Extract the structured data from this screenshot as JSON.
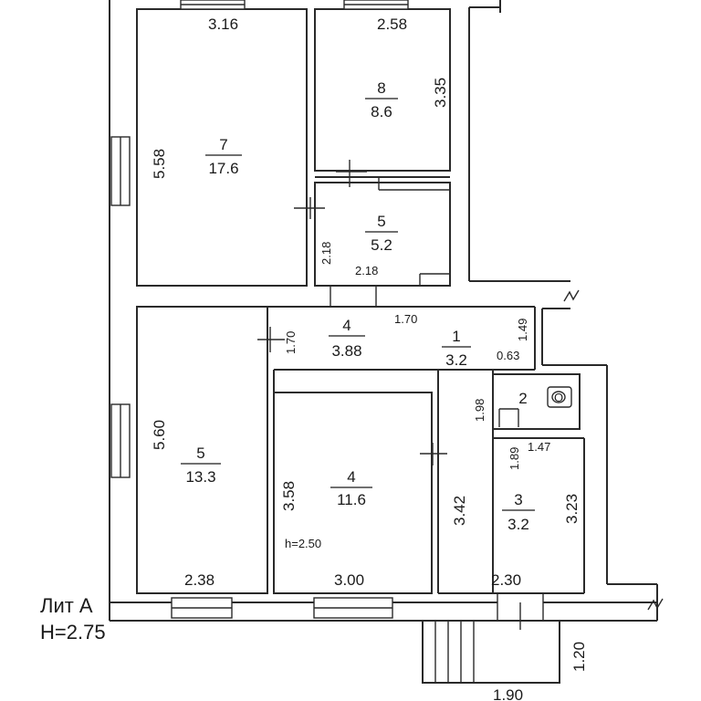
{
  "legend": {
    "lit": "Лит А",
    "height": "H=2.75"
  },
  "rooms": [
    {
      "id": "7",
      "area": "17.6"
    },
    {
      "id": "8",
      "area": "8.6"
    },
    {
      "id": "5",
      "area": "5.2"
    },
    {
      "id": "4",
      "area": "3.88"
    },
    {
      "id": "1",
      "area": "3.2"
    },
    {
      "id": "2",
      "area": ""
    },
    {
      "id": "5",
      "area": "13.3"
    },
    {
      "id": "4",
      "area": "11.6"
    },
    {
      "id": "3",
      "area": "3.2"
    }
  ],
  "dims": {
    "r7_top": "3.16",
    "r8_top": "2.58",
    "r8_side": "3.35",
    "r7_side": "5.58",
    "r5s_v": "2.18",
    "r5s_h": "2.18",
    "corr_h": "1.70",
    "corr_v": "1.70",
    "r1_v": "1.49",
    "r2_h": "0.63",
    "r2_v": "1.98",
    "r3_v1": "1.89",
    "r3_h": "1.47",
    "r5_side": "5.60",
    "r4_side": "3.58",
    "r4_right": "3.42",
    "r3_right": "3.23",
    "ceiling": "h=2.50",
    "r5_bottom": "2.38",
    "r4_bottom": "3.00",
    "r3_bottom": "2.30",
    "porch_v": "1.20",
    "porch_h": "1.90"
  },
  "toilet_symbol": "O"
}
